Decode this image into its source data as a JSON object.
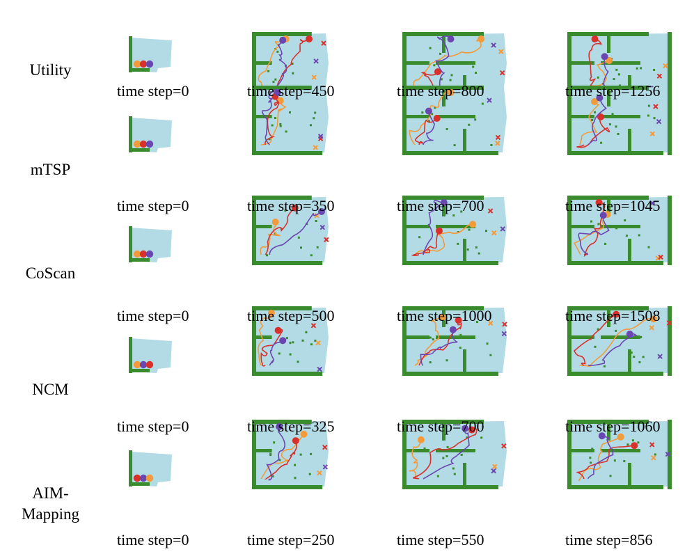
{
  "colors": {
    "map": "#b3dbe6",
    "wall": "#3a8a2e",
    "agent_orange": "#f39a3a",
    "agent_red": "#d9302c",
    "agent_purple": "#6a47b0"
  },
  "rows": [
    {
      "method": "Utility",
      "captions": [
        "time step=0",
        "time step=450",
        "time step=800",
        "time step=1256"
      ]
    },
    {
      "method": "mTSP",
      "captions": [
        "time step=0",
        "time step=350",
        "time step=700",
        "time step=1045"
      ]
    },
    {
      "method": "CoScan",
      "captions": [
        "time step=0",
        "time step=500",
        "time step=1000",
        "time step=1508"
      ]
    },
    {
      "method": "NCM",
      "captions": [
        "time step=0",
        "time step=325",
        "time step=700",
        "time step=1060"
      ]
    },
    {
      "method": "AIM-Mapping",
      "method_lines": [
        "AIM-",
        "Mapping"
      ],
      "captions": [
        "time step=0",
        "time step=250",
        "time step=550",
        "time step=856"
      ]
    }
  ]
}
